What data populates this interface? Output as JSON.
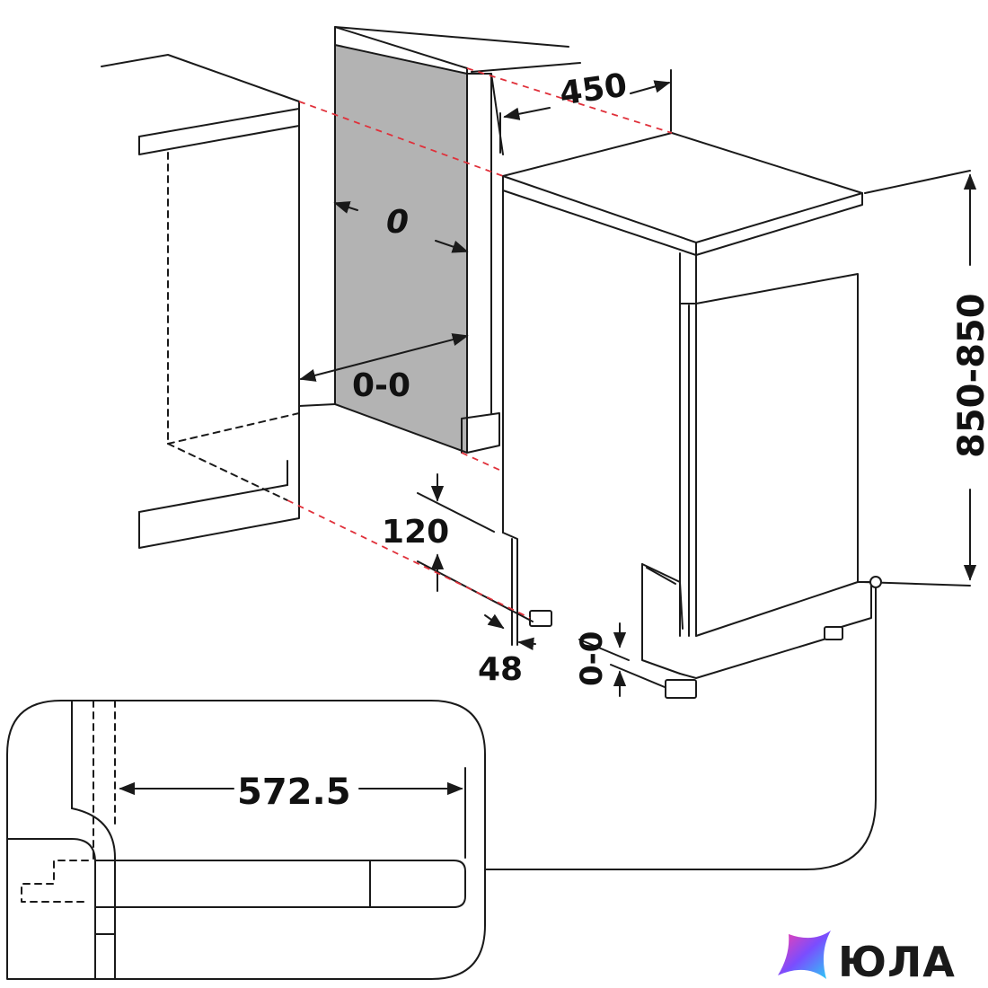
{
  "dimensions": {
    "width": "450",
    "height": "850-850",
    "side_gap": "0",
    "back_gap": "0-0",
    "plinth": "120",
    "toe_kick": "48",
    "floor_gap": "0-0",
    "depth": "572.5"
  },
  "brand": {
    "name": "ЮЛА",
    "logo": "yula-star-logo"
  },
  "colors": {
    "line": "#1a1a1a",
    "hidden_line": "#1a1a1a",
    "guide_line": "#e0303a",
    "panel_fill": "#b3b3b3",
    "logo_gradient": [
      "#ff3ea5",
      "#7a4dff",
      "#27d3f5"
    ]
  }
}
